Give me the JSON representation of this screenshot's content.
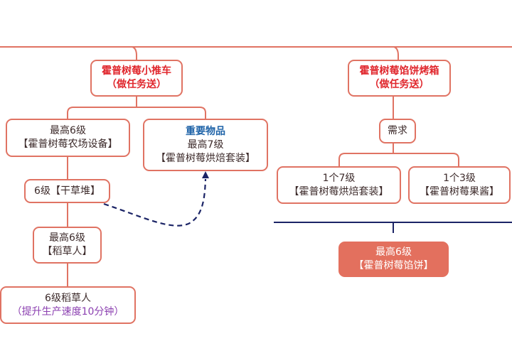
{
  "diagram": {
    "colors": {
      "connector": "#e07363",
      "node_border": "#e07363",
      "title_red": "#e0262c",
      "highlight_blue": "#1f63a8",
      "note_purple": "#8b3fb0",
      "dashed_arrow": "#1b2466",
      "divider_navy": "#1b2466",
      "filled_node": "#e3705e"
    },
    "left_branch": {
      "root": {
        "line1": "霍普树莓小推车",
        "line2": "（做任务送）"
      },
      "farm_equipment": {
        "line1": "最高6级",
        "line2": "【霍普树莓农场设备】"
      },
      "important_item": {
        "label": "重要物品",
        "line1": "最高7级",
        "line2": "【霍普树莓烘焙套装】"
      },
      "haystack": {
        "line1": "6级【干草堆】"
      },
      "scarecrow": {
        "line1": "最高6级",
        "line2": "【稻草人】"
      },
      "scarecrow_lv6": {
        "line1": "6级稻草人",
        "line2": "（提升生产速度10分钟）"
      }
    },
    "right_branch": {
      "root": {
        "line1": "霍普树莓馅饼烤箱",
        "line2": "（做任务送）"
      },
      "requirement": {
        "line1": "需求"
      },
      "req_baking_set": {
        "line1": "1个7级",
        "line2": "【霍普树莓烘焙套装】"
      },
      "req_jam": {
        "line1": "1个3级",
        "line2": "【霍普树莓果酱】"
      },
      "result_pie": {
        "line1": "最高6级",
        "line2": "【霍普树莓馅饼】"
      }
    }
  }
}
